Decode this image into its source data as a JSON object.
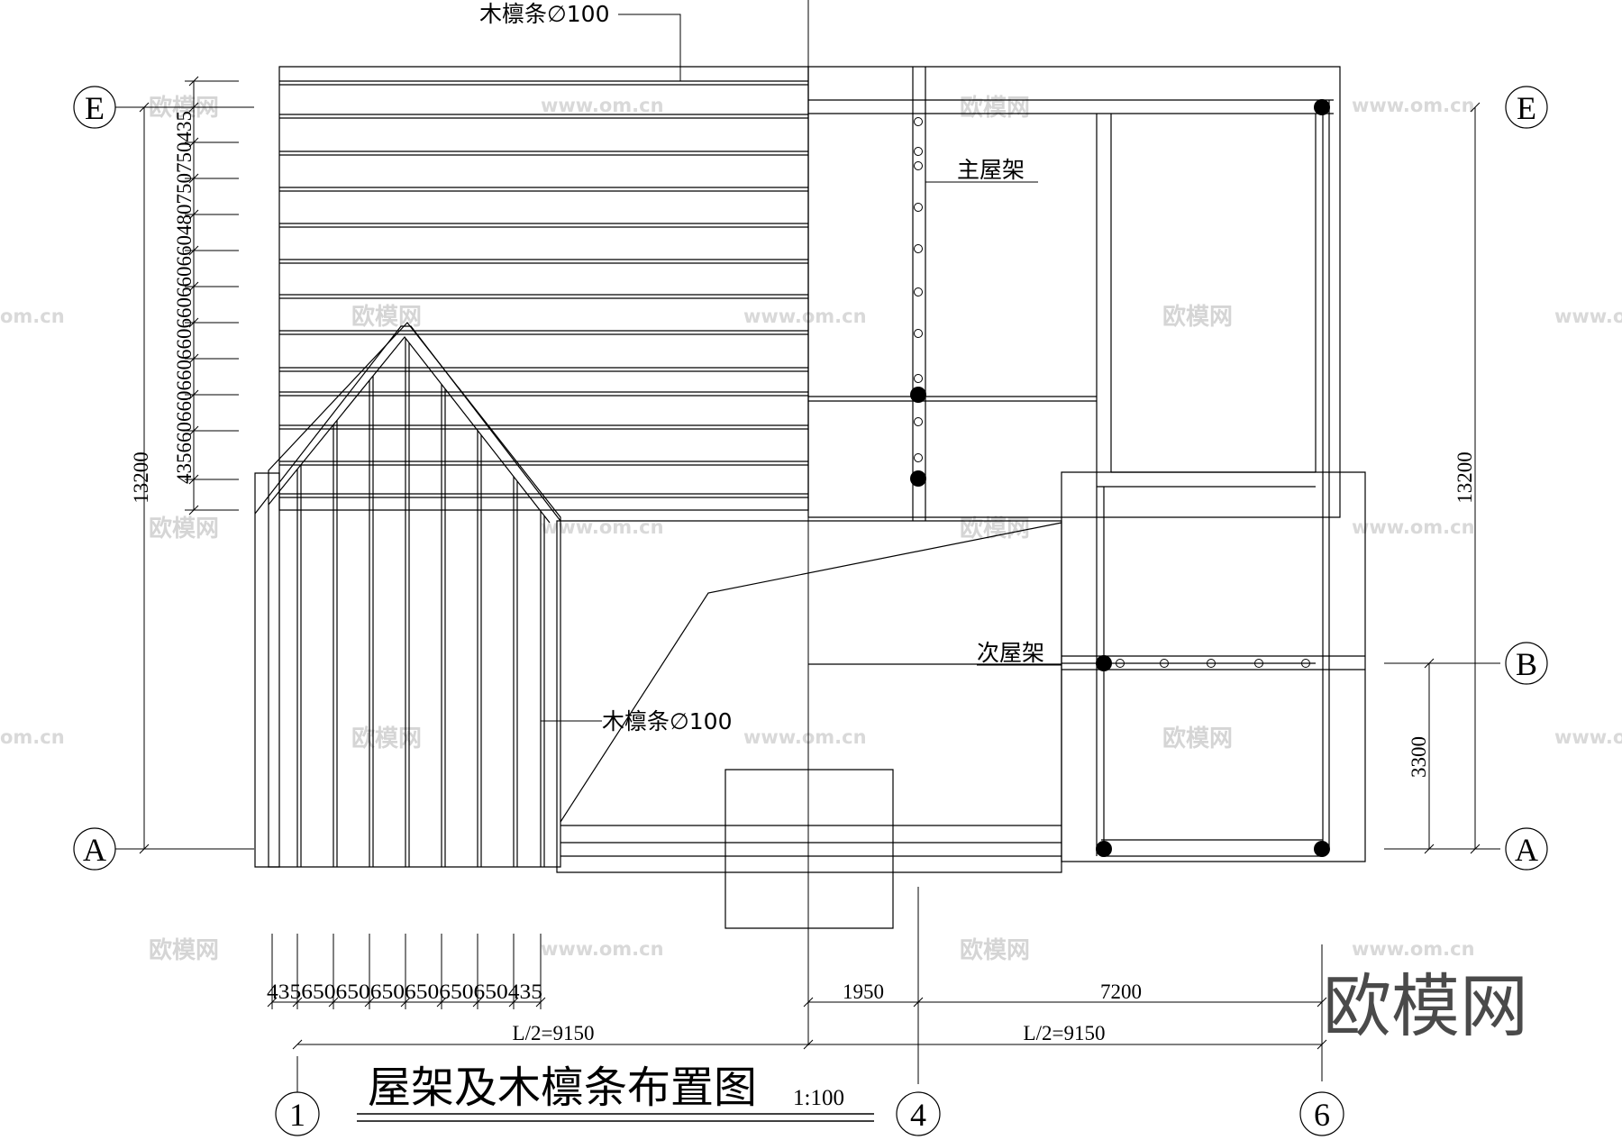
{
  "drawing": {
    "title": "屋架及木檩条布置图",
    "scale": "1:100"
  },
  "labels": {
    "purlin_top": "木檩条∅100",
    "purlin_mid": "木檩条∅100",
    "main_truss": "主屋架",
    "secondary_truss": "次屋架"
  },
  "grid_axes": {
    "left_top": "E",
    "right_top": "E",
    "right_mid": "B",
    "left_bottom": "A",
    "right_bottom": "A",
    "bottom_1": "1",
    "bottom_4": "4",
    "bottom_6": "6"
  },
  "dimensions": {
    "left_total": "13200",
    "right_total": "13200",
    "right_ab": "3300",
    "left_spacing_text": "435660660660660660660660480750750435",
    "bottom_spacing_text": "435650650650650650650435",
    "bottom_1950": "1950",
    "bottom_7200": "7200",
    "half_span_left": "L/2=9150",
    "half_span_right": "L/2=9150"
  },
  "watermark": {
    "brand": "欧模网",
    "url": "www.om.cn",
    "url_fragment": "om.cn"
  }
}
